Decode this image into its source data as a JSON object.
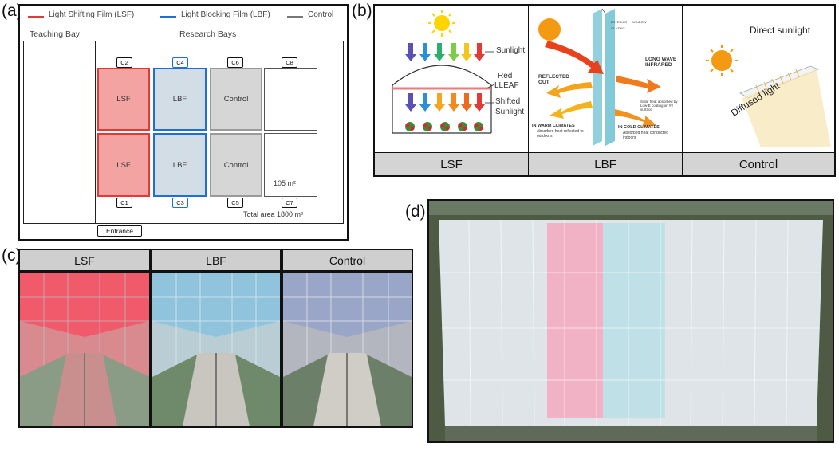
{
  "panels": {
    "a": {
      "letter": "(a)",
      "legend": [
        {
          "label": "Light Shifting Film (LSF)",
          "color": "#e53935"
        },
        {
          "label": "Light Blocking Film (LBF)",
          "color": "#1e6fd9"
        },
        {
          "label": "Control",
          "color": "#777777"
        }
      ],
      "teaching_bay": "Teaching Bay",
      "research_bays": "Research Bays",
      "bays": [
        {
          "tag_top": "C2",
          "tag_bottom": "C1",
          "label_top": "LSF",
          "label_bottom": "LSF"
        },
        {
          "tag_top": "C4",
          "tag_bottom": "C3",
          "label_top": "LBF",
          "label_bottom": "LBF"
        },
        {
          "tag_top": "C6",
          "tag_bottom": "C5",
          "label_top": "Control",
          "label_bottom": "Control"
        },
        {
          "tag_top": "C8",
          "tag_bottom": "C7",
          "label_top": "",
          "label_bottom": ""
        }
      ],
      "bay_area": "105 m²",
      "total_area": "Total area 1800 m²",
      "entrance": "Entrance"
    },
    "b": {
      "letter": "(b)",
      "columns": [
        "LSF",
        "LBF",
        "Control"
      ],
      "lsf": {
        "sunlight": "Sunlight",
        "red": "Red",
        "lleaf": "LLEAF",
        "shifted": "Shifted",
        "shifted2": "Sunlight"
      },
      "lbf": {
        "reflected": "REFLECTED OUT",
        "long_wave": "LONG WAVE INFRARED",
        "warm": "IN WARM CLIMATES",
        "warm_sub": "Absorbed heat reflected to outdoors",
        "cold": "IN COLD CLIMATES",
        "cold_sub": "Absorbed heat conducted indoors",
        "solar": "Solar heat absorbed by Low-E coating on #2 surface"
      },
      "control": {
        "direct": "Direct sunlight",
        "diffused": "Diffused light"
      }
    },
    "c": {
      "letter": "(c)",
      "columns": [
        "LSF",
        "LBF",
        "Control"
      ]
    },
    "d": {
      "letter": "(d)"
    }
  },
  "colors": {
    "lsf_fill": "#f4a3a3",
    "lbf_fill": "#d3dde6",
    "control_fill": "#d6d6d6"
  }
}
